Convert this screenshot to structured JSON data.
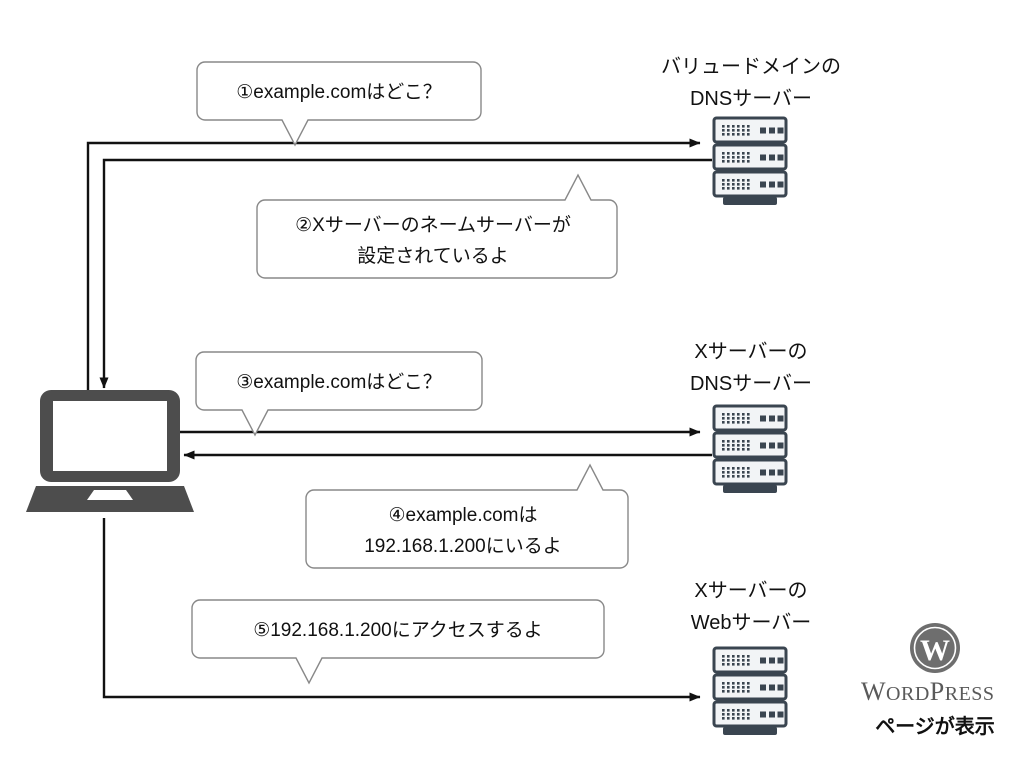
{
  "diagram": {
    "title_note": "DNS resolution flow diagram",
    "background": "#ffffff",
    "line_color": "#111111",
    "server_color": "#3a4550",
    "laptop_color": "#4d4d4d",
    "wordpress_color": "#6e6e6e"
  },
  "nodes": {
    "client": {
      "icon": "laptop-icon",
      "label": ""
    },
    "server_registrar": {
      "icon": "server-rack-icon",
      "label_line1": "バリュードメインの",
      "label_line2": "DNSサーバー"
    },
    "server_xdns": {
      "icon": "server-rack-icon",
      "label_line1": "Xサーバーの",
      "label_line2": "DNSサーバー"
    },
    "server_xweb": {
      "icon": "server-rack-icon",
      "label_line1": "Xサーバーの",
      "label_line2": "Webサーバー"
    }
  },
  "wordpress": {
    "logo_icon": "wordpress-logo-icon",
    "wordmark_w": "W",
    "wordmark_ord": "ORD",
    "wordmark_p": "P",
    "wordmark_ress": "RESS",
    "caption": "ページが表示"
  },
  "bubbles": [
    {
      "id": "bubble-1",
      "tail": "down",
      "lines": [
        "①example.comはどこ？"
      ]
    },
    {
      "id": "bubble-2",
      "tail": "up",
      "lines": [
        "②Xサーバーのネームサーバーが",
        "設定されているよ"
      ]
    },
    {
      "id": "bubble-3",
      "tail": "down",
      "lines": [
        "③example.comはどこ？"
      ]
    },
    {
      "id": "bubble-4",
      "tail": "up",
      "lines": [
        "④example.comは",
        "192.168.1.200にいるよ"
      ]
    },
    {
      "id": "bubble-5",
      "tail": "down",
      "lines": [
        "⑤192.168.1.200にアクセスするよ"
      ]
    }
  ]
}
